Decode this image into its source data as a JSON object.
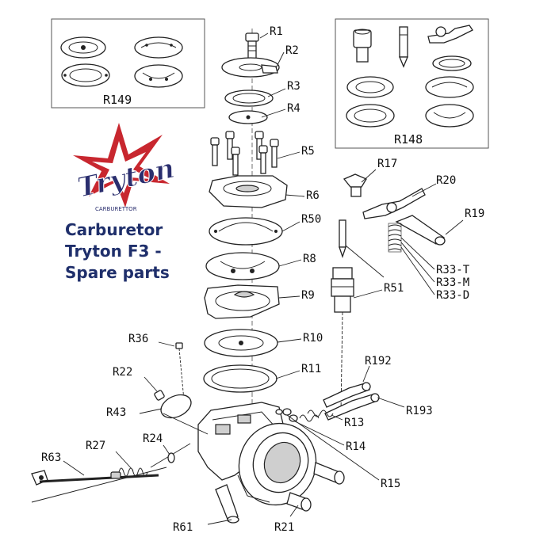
{
  "logo": {
    "wordmark": "Tryton",
    "subtitle": "CARBURETTOR",
    "colors": {
      "star_red": "#c8272f",
      "text_blue": "#2a2e6e"
    }
  },
  "heading": {
    "lines": [
      "Carburetor",
      "Tryton F3 -",
      "Spare parts"
    ],
    "color": "#1f2f6b"
  },
  "kits": [
    {
      "label": "R149"
    },
    {
      "label": "R148"
    }
  ],
  "parts": {
    "R1": "R1",
    "R2": "R2",
    "R3": "R3",
    "R4": "R4",
    "R5": "R5",
    "R6": "R6",
    "R50": "R50",
    "R8": "R8",
    "R9": "R9",
    "R10": "R10",
    "R11": "R11",
    "R17": "R17",
    "R20": "R20",
    "R19": "R19",
    "R33T": "R33-T",
    "R33M": "R33-M",
    "R33D": "R33-D",
    "R51": "R51",
    "R36": "R36",
    "R22": "R22",
    "R43": "R43",
    "R192": "R192",
    "R193": "R193",
    "R13": "R13",
    "R14": "R14",
    "R27": "R27",
    "R24": "R24",
    "R63": "R63",
    "R15": "R15",
    "R61": "R61",
    "R21": "R21"
  }
}
